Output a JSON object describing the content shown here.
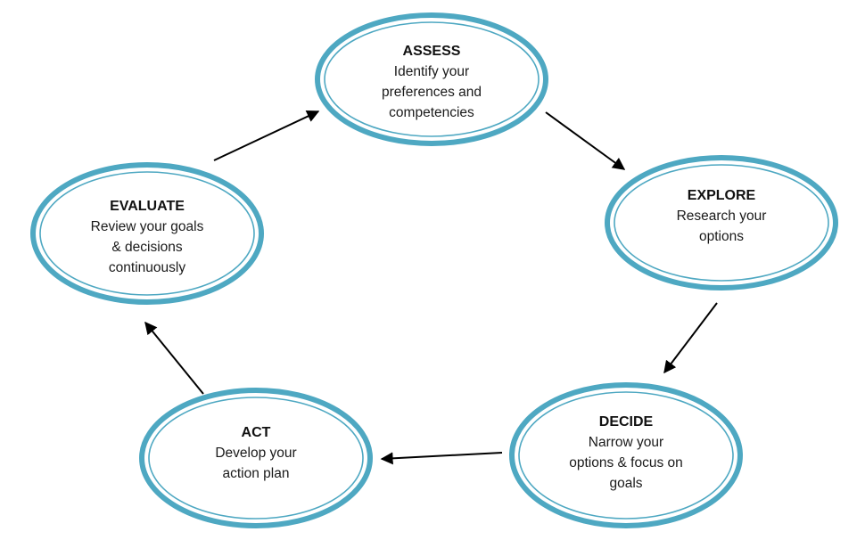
{
  "colors": {
    "ring": "#4ea8c2",
    "arrow": "#000000",
    "text": "#111111"
  },
  "nodes": [
    {
      "id": "assess",
      "title": "ASSESS",
      "lines": [
        "Identify your",
        "preferences and",
        "competencies"
      ]
    },
    {
      "id": "explore",
      "title": "EXPLORE",
      "lines": [
        "Research your",
        "options"
      ]
    },
    {
      "id": "decide",
      "title": "DECIDE",
      "lines": [
        "Narrow your",
        "options & focus on",
        "goals"
      ]
    },
    {
      "id": "act",
      "title": "ACT",
      "lines": [
        "Develop your",
        "action plan"
      ]
    },
    {
      "id": "evaluate",
      "title": "EVALUATE",
      "lines": [
        "Review your goals",
        "& decisions",
        "continuously"
      ]
    }
  ],
  "edges": [
    {
      "from": "assess",
      "to": "explore"
    },
    {
      "from": "explore",
      "to": "decide"
    },
    {
      "from": "decide",
      "to": "act"
    },
    {
      "from": "act",
      "to": "evaluate"
    },
    {
      "from": "evaluate",
      "to": "assess"
    }
  ]
}
